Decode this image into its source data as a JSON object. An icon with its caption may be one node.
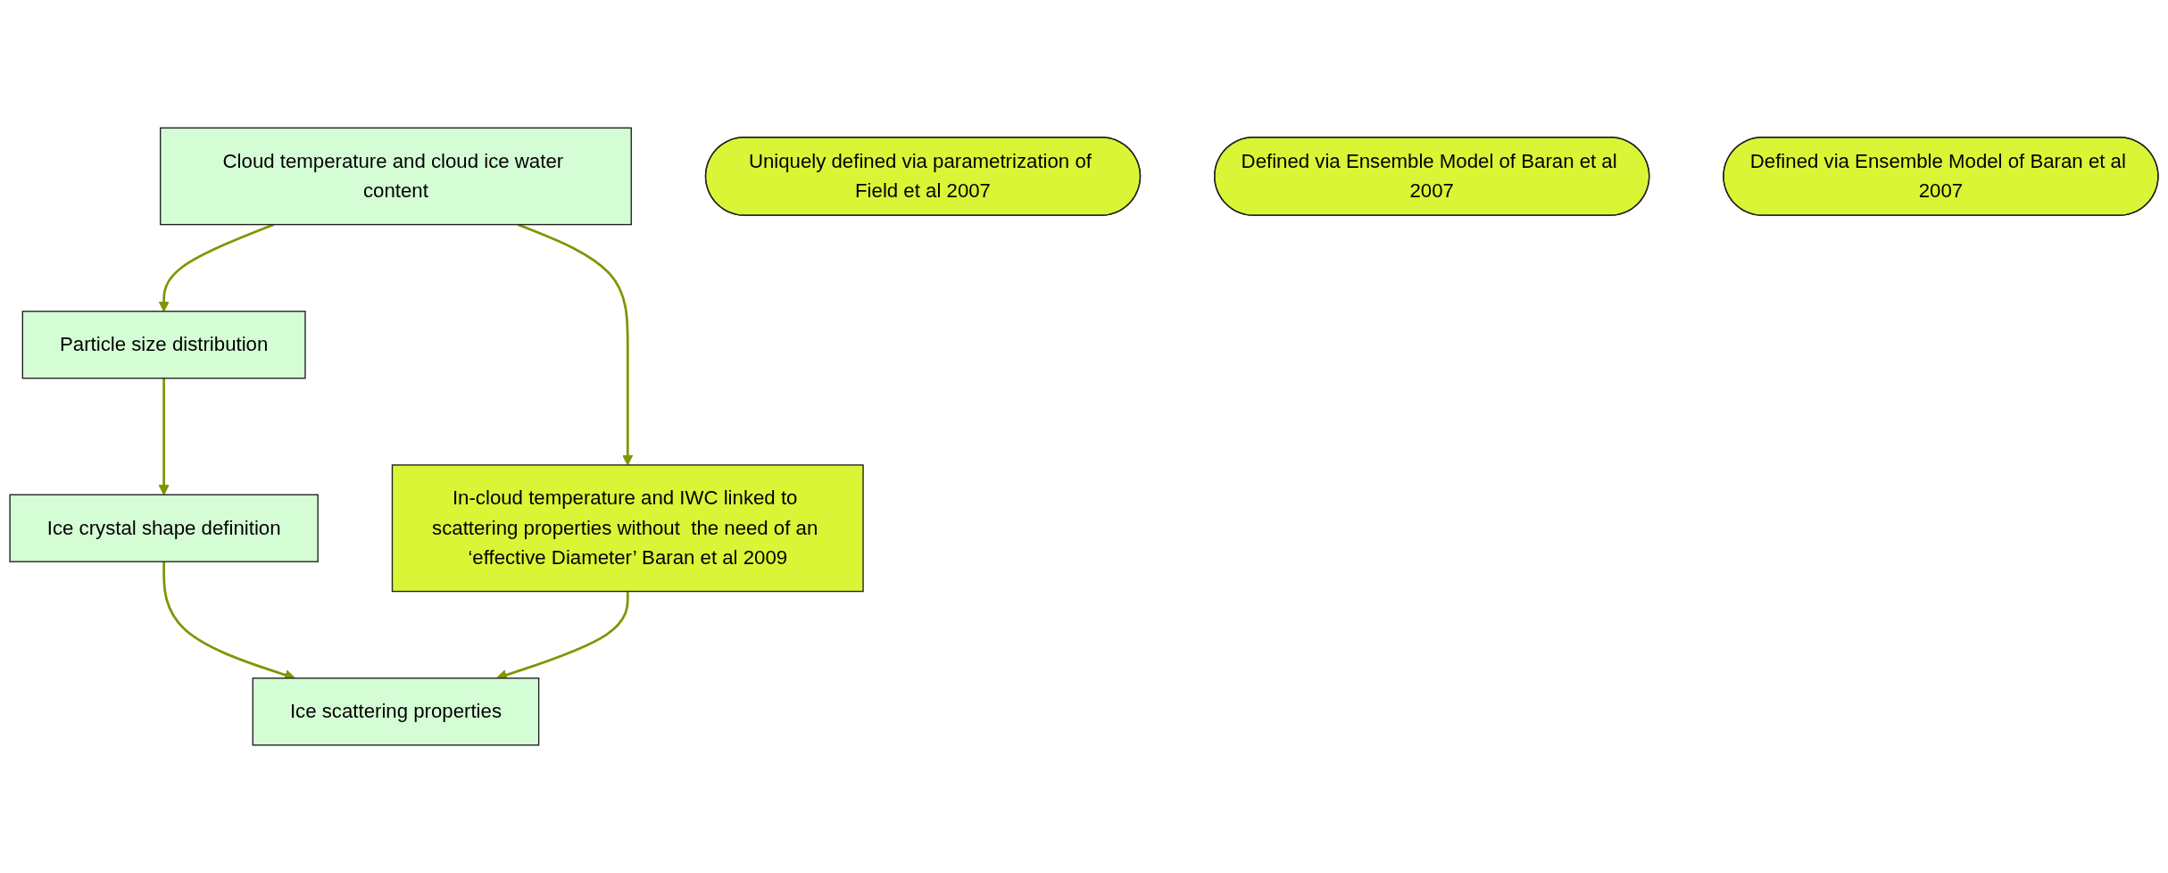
{
  "diagram": {
    "nodes": [
      {
        "text": [
          "Cloud temperature and cloud ice water content"
        ]
      },
      {
        "text": [
          "Particle size distribution"
        ]
      },
      {
        "text": [
          "Uniquely defined via parametrization of Field et al 2007"
        ]
      },
      {
        "text": [
          "In-cloud temperature and IWC linked to scattering properties without  the need of an ‘effective Diameter’ Baran et al 2009"
        ]
      },
      {
        "text": [
          "Defined via Ensemble Model of Baran et al 2007"
        ]
      },
      {
        "text": [
          "Defined via Ensemble Model of Baran et al 2007"
        ]
      },
      {
        "text": [
          "Ice scattering properties"
        ]
      },
      {
        "text": [
          "Ice crystal shape definition"
        ]
      }
    ],
    "edges": [
      {
        "from": 0,
        "to": 1,
        "arrow": "to"
      },
      {
        "from": 0,
        "to": 3,
        "arrow": "to"
      },
      {
        "from": 1,
        "to": 7,
        "arrow": "to"
      },
      {
        "from": 7,
        "to": 6,
        "arrow": "to"
      },
      {
        "from": 3,
        "to": 6,
        "arrow": "to"
      }
    ]
  }
}
